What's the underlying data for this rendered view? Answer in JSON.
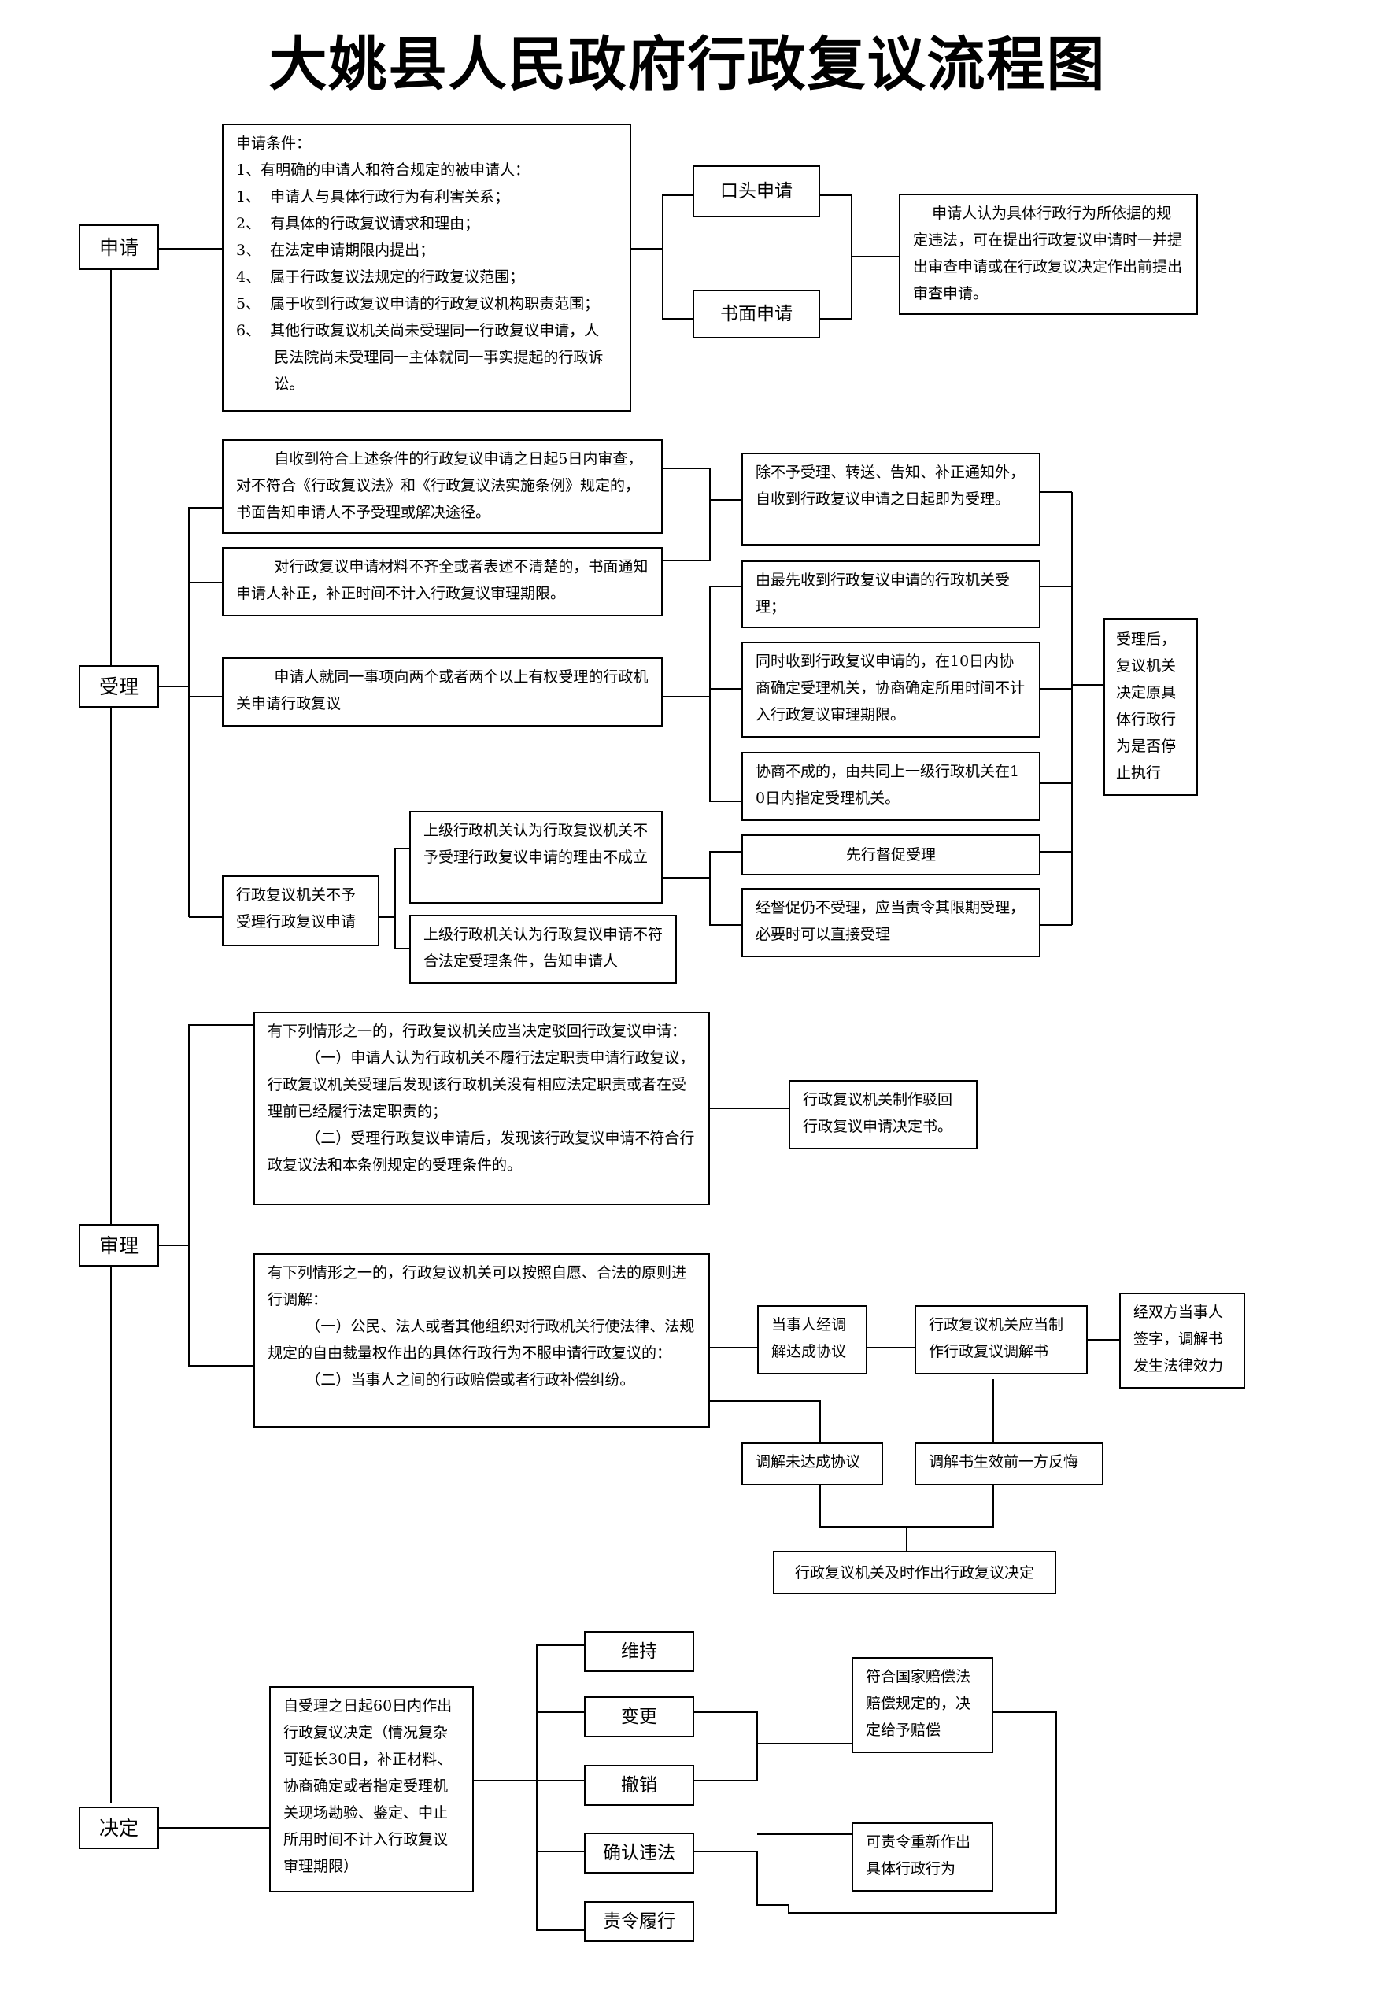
{
  "title": "大姚县人民政府行政复议流程图",
  "stages": {
    "apply": "申请",
    "accept": "受理",
    "review": "审理",
    "decide": "决定"
  },
  "apply": {
    "conditions": "申请条件：\n1、有明确的申请人和符合规定的被申请人：\n1、  申请人与具体行政行为有利害关系；\n2、  有具体的行政复议请求和理由；\n3、  在法定申请期限内提出；\n4、  属于行政复议法规定的行政复议范围；\n5、  属于收到行政复议申请的行政复议机构职责范围；\n6、  其他行政复议机关尚未受理同一行政复议申请，人\n        民法院尚未受理同一主体就同一事实提起的行政诉\n        讼。",
    "oral": "口头申请",
    "written": "书面申请",
    "note": "    申请人认为具体行政行为所依据的规定违法，可在提出行政复议申请时一并提出审查申请或在行政复议决定作出前提出审查申请。"
  },
  "accept": {
    "review5days": "        自收到符合上述条件的行政复议申请之日起5日内审查，对不符合《行政复议法》和《行政复议法实施条例》规定的，书面告知申请人不予受理或解决途径。",
    "supplement": "        对行政复议申请材料不齐全或者表述不清楚的，书面通知申请人补正，补正时间不计入行政复议审理期限。",
    "multiple": "        申请人就同一事项向两个或者两个以上有权受理的行政机关申请行政复议",
    "refuse": "行政复议机关不予受理行政复议申请",
    "upper_invalid": "上级行政机关认为行政复议机关不予受理行政复议申请的理由不成立",
    "upper_notify": "上级行政机关认为行政复议申请不符合法定受理条件，告知申请人",
    "accepted_date": "除不予受理、转送、告知、补正通知外，自收到行政复议申请之日起即为受理。",
    "first_recv": "由最先收到行政复议申请的行政机关受理；",
    "simul_recv": "同时收到行政复议申请的，在10日内协商确定受理机关，协商确定所用时间不计入行政复议审理期限。",
    "fail_negot": "协商不成的，由共同上一级行政机关在10日内指定受理机关。",
    "urge": "先行督促受理",
    "order": "经督促仍不受理，应当责令其限期受理，必要时可以直接受理",
    "suspend": "受理后，复议机关决定原具体行政行为是否停止执行"
  },
  "review": {
    "reject_cond": "有下列情形之一的，行政复议机关应当决定驳回行政复议申请：\n        （一）申请人认为行政机关不履行法定职责申请行政复议，行政复议机关受理后发现该行政机关没有相应法定职责或者在受理前已经履行法定职责的；\n        （二）受理行政复议申请后，发现该行政复议申请不符合行政复议法和本条例规定的受理条件的。",
    "reject_doc": "行政复议机关制作驳回行政复议申请决定书。",
    "mediate_cond": "有下列情形之一的，行政复议机关可以按照自愿、合法的原则进行调解：\n        （一）公民、法人或者其他组织对行政机关行使法律、法规规定的自由裁量权作出的具体行政行为不服申请行政复议的：\n        （二）当事人之间的行政赔偿或者行政补偿纠纷。",
    "agree": "当事人经调解达成协议",
    "mediate_doc": "行政复议机关应当制作行政复议调解书",
    "effect": "经双方当事人签字，调解书发生法律效力",
    "no_agree": "调解未达成协议",
    "repent": "调解书生效前一方反悔",
    "timely": "行政复议机关及时作出行政复议决定"
  },
  "decide": {
    "within60": "自受理之日起60日内作出行政复议决定（情况复杂可延长30日，补正材料、协商确定或者指定受理机关现场勘验、鉴定、中止所用时间不计入行政复议审理期限）",
    "maintain": "维持",
    "change": "变更",
    "revoke": "撤销",
    "illegal": "确认违法",
    "perform": "责令履行",
    "compensate": "符合国家赔偿法赔偿规定的，决定给予赔偿",
    "redo": "可责令重新作出具体行政行为"
  }
}
